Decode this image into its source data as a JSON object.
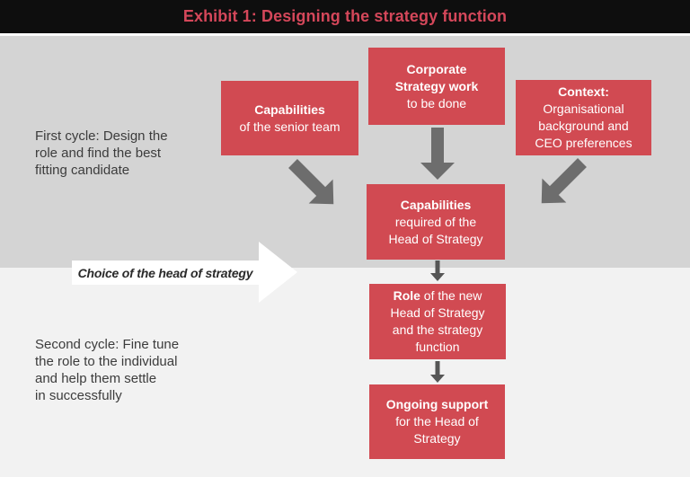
{
  "header": {
    "title": "Exhibit 1: Designing the strategy function"
  },
  "colors": {
    "header_bg": "#0e0e0e",
    "header_text": "#d4475a",
    "box_red": "#d14a52",
    "upper_band_gray": "#d4d4d4",
    "lower_band_gray": "#f2f2f2",
    "big_arrow_gray": "#6d6d6d",
    "small_arrow_gray": "#565656",
    "side_text_gray": "#3c3c3c",
    "choice_arrow_white": "#ffffff"
  },
  "sections": {
    "first_cycle": {
      "lines": [
        "First cycle: Design the",
        "role and find the best",
        "fitting candidate"
      ]
    },
    "second_cycle": {
      "lines": [
        "Second cycle: Fine tune",
        "the role to the individual",
        "and help them settle",
        "in successfully"
      ]
    }
  },
  "choice_arrow": {
    "label": "Choice of the head of strategy"
  },
  "boxes": {
    "senior_team": {
      "lines": [
        {
          "b": "Capabilities"
        },
        {
          "r": "of the senior team"
        }
      ]
    },
    "strategy_work": {
      "lines": [
        {
          "b": "Corporate"
        },
        {
          "b": "Strategy work"
        },
        {
          "r": "to be done"
        }
      ]
    },
    "context": {
      "lines": [
        {
          "b": "Context:"
        },
        {
          "r": "Organisational"
        },
        {
          "r": "background and"
        },
        {
          "r": "CEO preferences"
        }
      ]
    },
    "capabilities_required": {
      "lines": [
        {
          "b": "Capabilities"
        },
        {
          "r": "required of the"
        },
        {
          "r": "Head of Strategy"
        }
      ]
    },
    "role": {
      "lines": [
        {
          "b": "Role",
          "r": " of the new"
        },
        {
          "r": "Head of Strategy"
        },
        {
          "r": "and the strategy"
        },
        {
          "r": "function"
        }
      ]
    },
    "ongoing_support": {
      "lines": [
        {
          "b": "Ongoing support"
        },
        {
          "r": "for the Head of"
        },
        {
          "r": "Strategy"
        }
      ]
    }
  }
}
